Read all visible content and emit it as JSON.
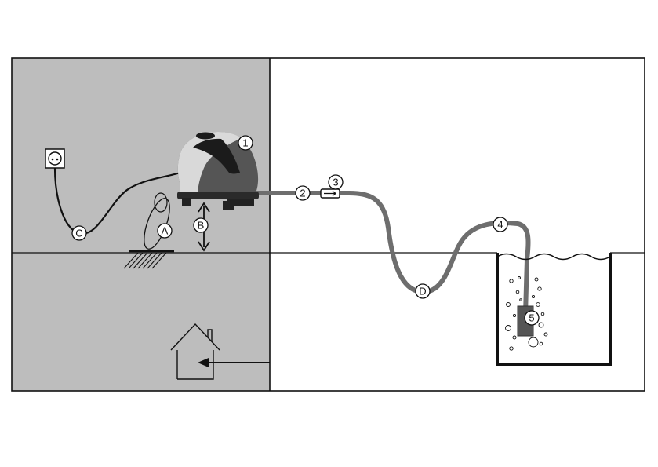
{
  "labels": {
    "pump": "1",
    "tube": "2",
    "check_valve": "3",
    "tube_end": "4",
    "air_stone": "5",
    "drip_loop_cable": "C",
    "drip_loop_tube": "D",
    "cable_coil": "A",
    "height_offset": "B"
  },
  "colors": {
    "indoor_area": "#bdbdbd",
    "tube": "#6e6e6e",
    "outline": "#111111",
    "background": "#ffffff"
  },
  "icons": [
    "wall-socket-icon",
    "air-pump-icon",
    "house-icon",
    "check-valve-icon",
    "double-arrow-icon"
  ]
}
